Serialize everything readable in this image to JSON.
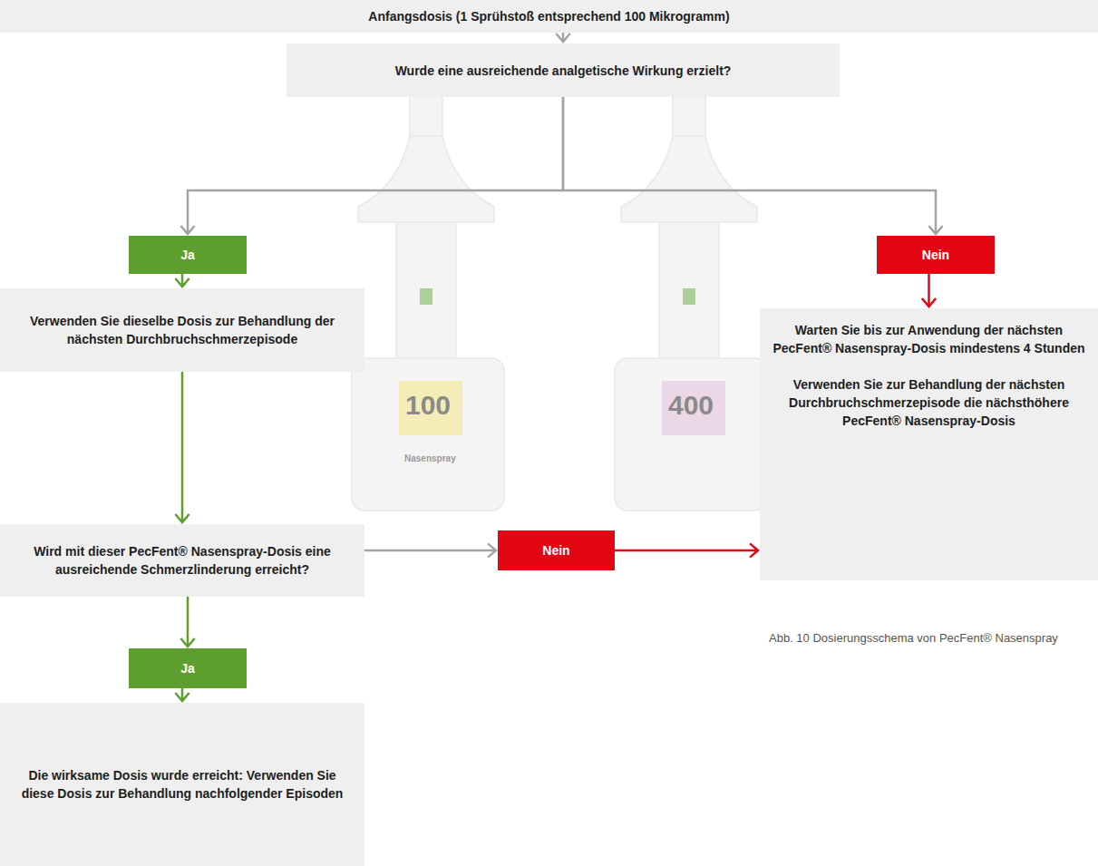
{
  "diagram": {
    "caption": "Abb. 10 Dosierungsschema von PecFent® Nasenspray",
    "nodes": [
      {
        "text": [
          "Anfangsdosis (1 Sprühstoß entsprechend 100 Mikrogramm)"
        ]
      },
      {
        "text": [
          "Wurde eine ausreichende analgetische Wirkung erzielt?"
        ]
      },
      {
        "text": [
          "Ja"
        ]
      },
      {
        "text": [
          "Nein"
        ]
      },
      {
        "text": [
          "Verwenden Sie dieselbe Dosis zur Behandlung der nächsten Durchbruchschmerzepisode"
        ]
      },
      {
        "text": [
          "Warten Sie bis zur Anwendung der nächsten PecFent® Nasenspray-Dosis mindestens 4 Stunden",
          "Verwenden Sie zur Behandlung der nächsten Durchbruchschmerzepisode die nächsthöhere PecFent® Nasenspray-Dosis"
        ]
      },
      {
        "text": [
          "Wird mit dieser PecFent® Nasenspray-Dosis eine ausreichende Schmerzlinderung erreicht?"
        ]
      },
      {
        "text": [
          "Nein"
        ]
      },
      {
        "text": [
          "Ja"
        ]
      },
      {
        "text": [
          "Die wirksame Dosis wurde erreicht: Verwenden Sie diese Dosis zur Behandlung nachfolgender Episoden"
        ]
      }
    ],
    "edges": [
      {
        "from": 0,
        "to": 1,
        "arrow": "to"
      },
      {
        "from": 1,
        "to": 2,
        "arrow": "to"
      },
      {
        "from": 1,
        "to": 3,
        "arrow": "to"
      },
      {
        "from": 2,
        "to": 4,
        "arrow": "to"
      },
      {
        "from": 4,
        "to": 6,
        "arrow": "to"
      },
      {
        "from": 6,
        "to": 8,
        "arrow": "to"
      },
      {
        "from": 8,
        "to": 9,
        "arrow": "to"
      },
      {
        "from": 3,
        "to": 5,
        "arrow": "to"
      },
      {
        "from": 6,
        "to": 7,
        "arrow": "to"
      },
      {
        "from": 7,
        "to": 5,
        "arrow": "to"
      }
    ],
    "labels": [
      "100",
      "400",
      "Nasenspray"
    ]
  }
}
